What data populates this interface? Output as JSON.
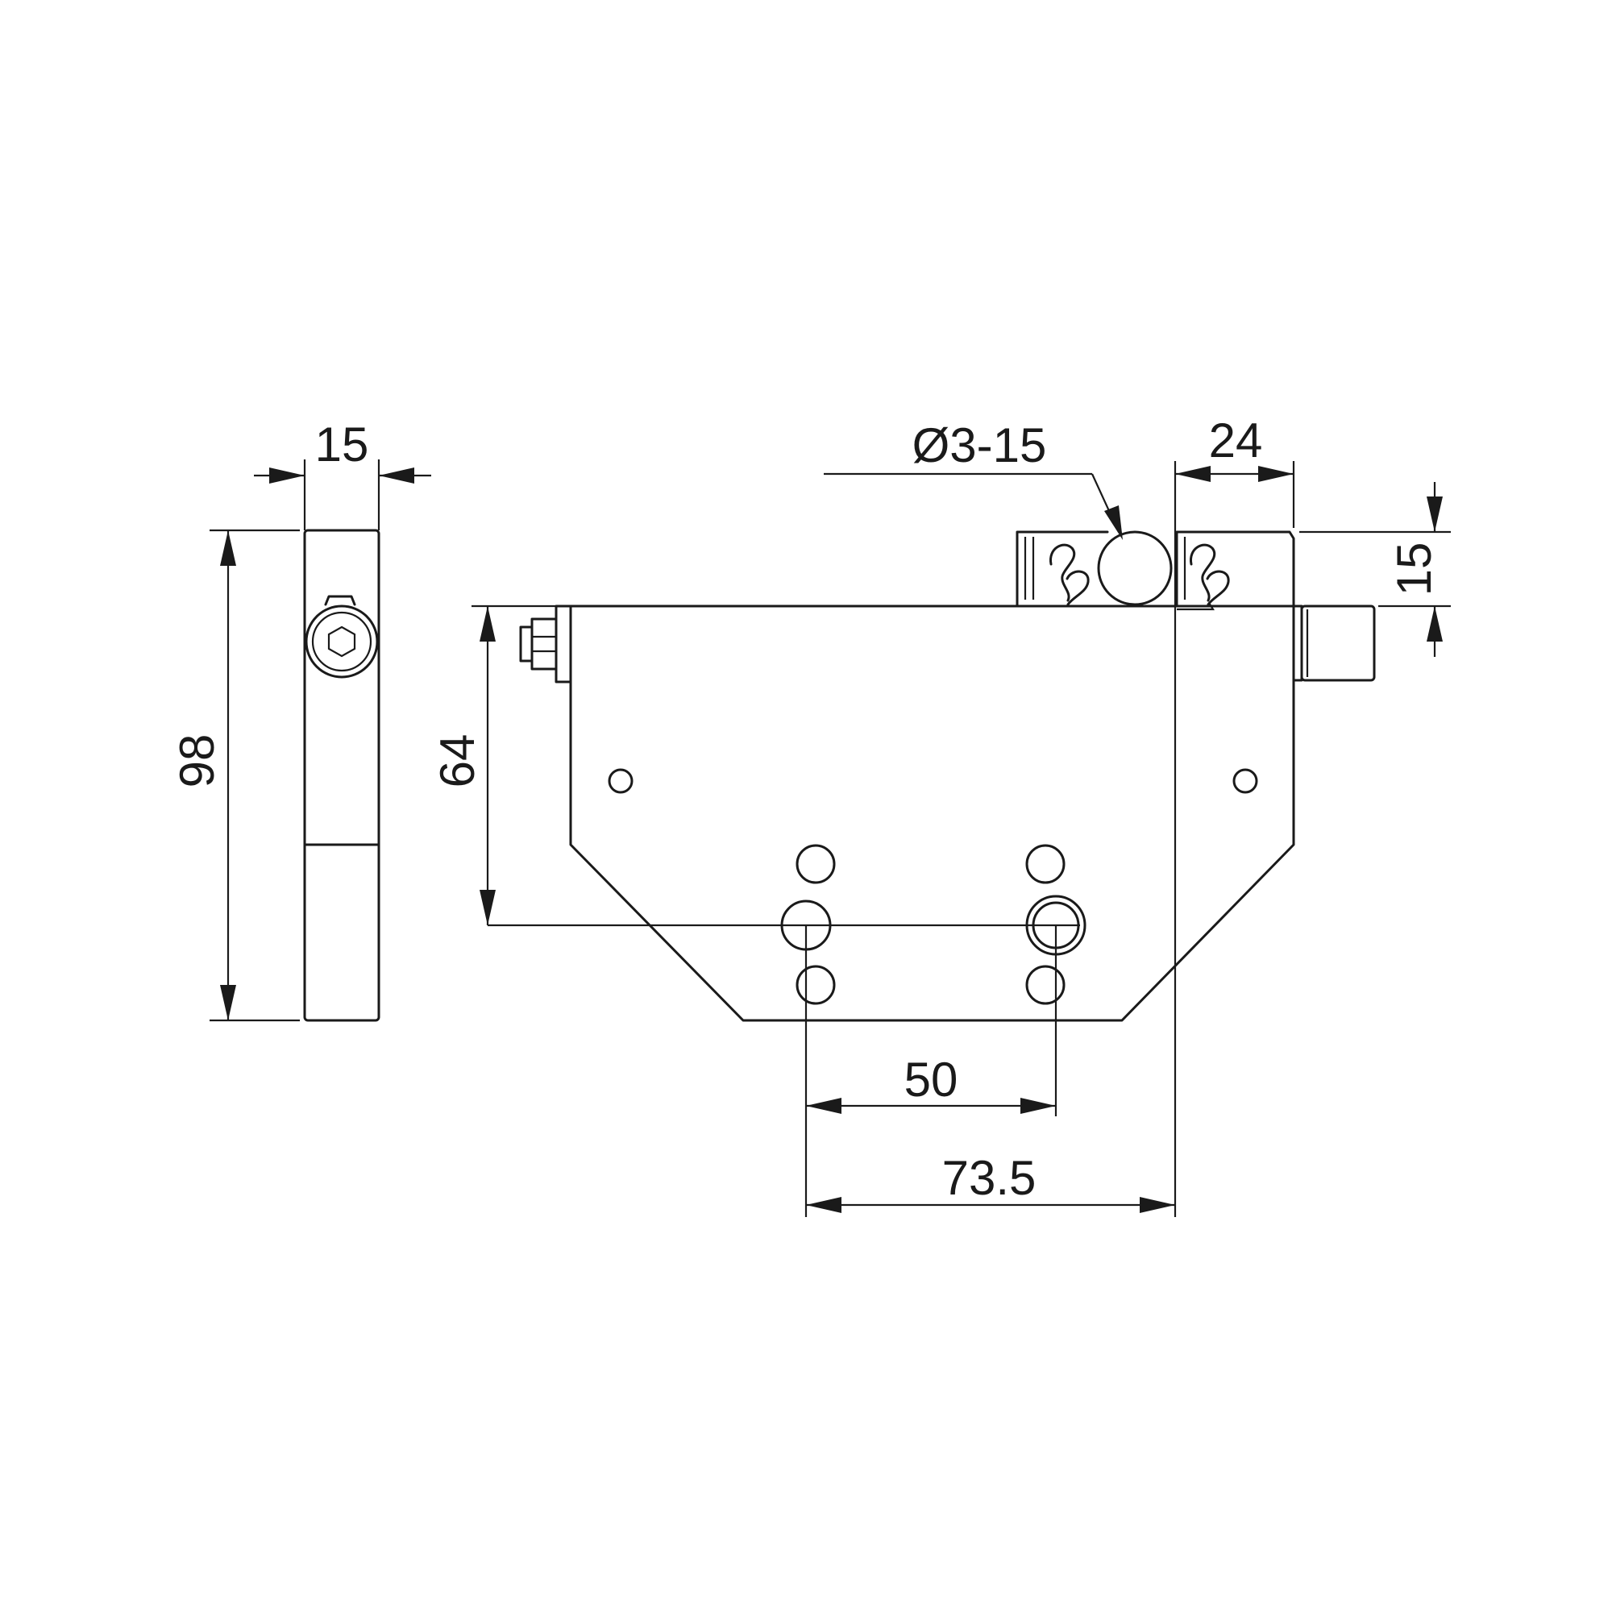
{
  "dimensions": {
    "side_width": "15",
    "side_height": "98",
    "body_height": "64",
    "hole_spacing": "50",
    "overall_offset": "73.5",
    "diameter_range": "Ø3-15",
    "top_width": "24",
    "top_height": "15"
  }
}
